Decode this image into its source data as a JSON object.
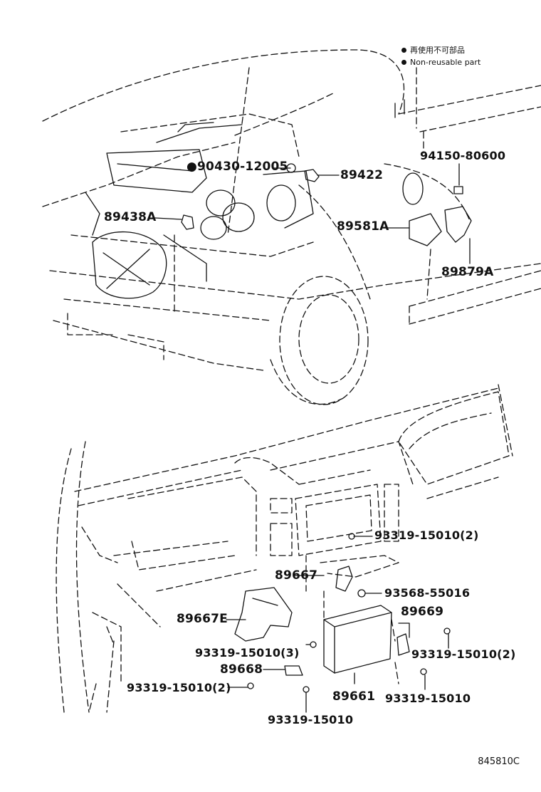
{
  "legend": {
    "items": [
      {
        "symbol": "filled-dot",
        "label": "再使用不可部品"
      },
      {
        "symbol": "filled-dot",
        "label": "Non-reusable part"
      }
    ]
  },
  "parts": {
    "p90430": "●90430-12005",
    "p89422": "89422",
    "p89438A": "89438A",
    "p89581A": "89581A",
    "p94150": "94150-80600",
    "p89879A": "89879A",
    "p93319_top": "93319-15010(2)",
    "p89667": "89667",
    "p93568": "93568-55016",
    "p89669": "89669",
    "p89667E": "89667E",
    "p93319_3": "93319-15010(3)",
    "p93319_right": "93319-15010(2)",
    "p89668": "89668",
    "p93319_left": "93319-15010(2)",
    "p89661": "89661",
    "p93319_bottom_right": "93319-15010",
    "p93319_bottom": "93319-15010"
  },
  "figure_code": "845810C",
  "colors": {
    "ink": "#111111",
    "paper": "#ffffff"
  }
}
